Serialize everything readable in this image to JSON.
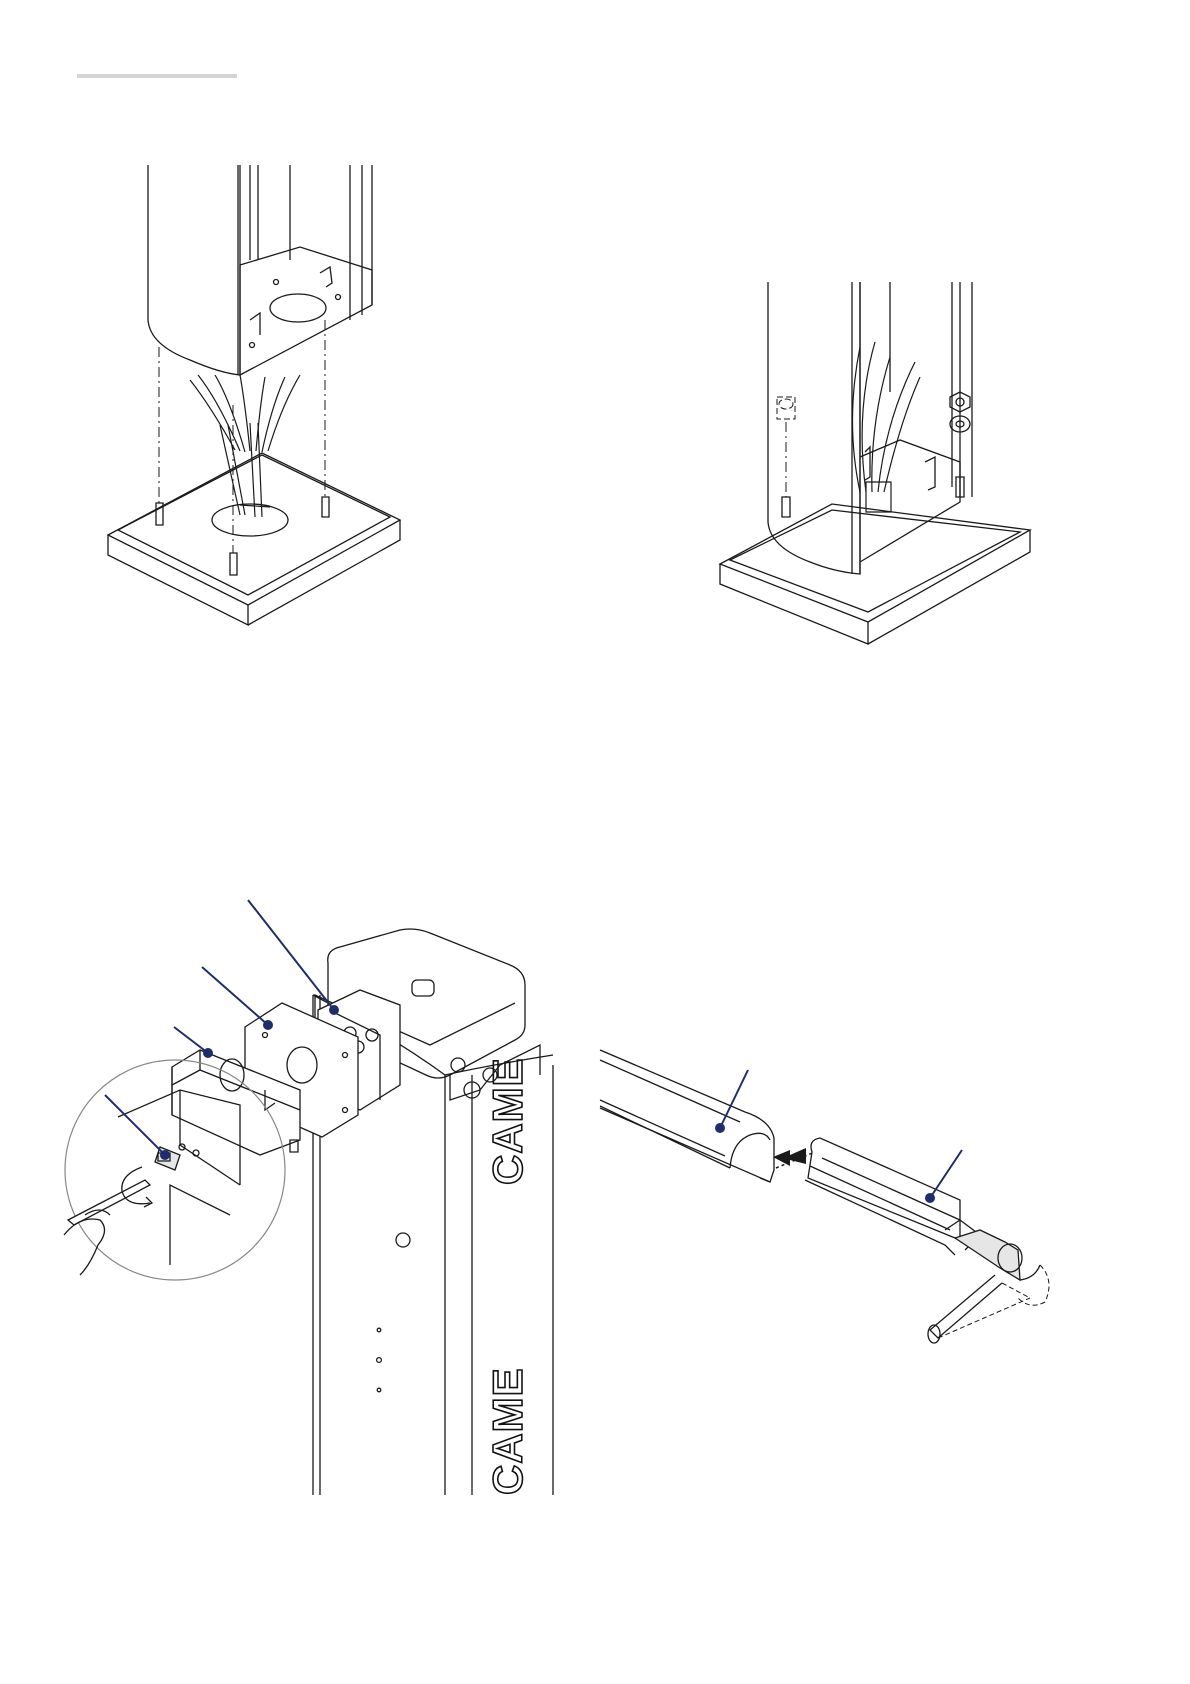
{
  "page": {
    "background": "#ffffff"
  },
  "header_rule": {
    "color": "#d4d4d4"
  },
  "colors": {
    "line": "#1a1a1a",
    "callout": "#1f2d6b",
    "shade": "#e6e6e6",
    "shade_dark": "#bdbdbd"
  },
  "brand": {
    "logo_text": "CAME"
  },
  "figures": [
    {
      "id": "column-lowering",
      "icons": [
        "column-icon",
        "base-plate-icon",
        "cable-bundle-icon",
        "threaded-stud-icon"
      ]
    },
    {
      "id": "column-fixed",
      "icons": [
        "column-icon",
        "nut-icon",
        "washer-icon",
        "base-plate-icon"
      ]
    },
    {
      "id": "bracket-assembly",
      "icons": [
        "control-box-icon",
        "plate-icon",
        "bracket-icon",
        "screw-icon",
        "allen-key-icon"
      ]
    },
    {
      "id": "boom-assembly",
      "icons": [
        "boom-profile-icon",
        "boom-insert-icon",
        "crank-handle-icon",
        "insert-arrow-icon"
      ]
    }
  ]
}
